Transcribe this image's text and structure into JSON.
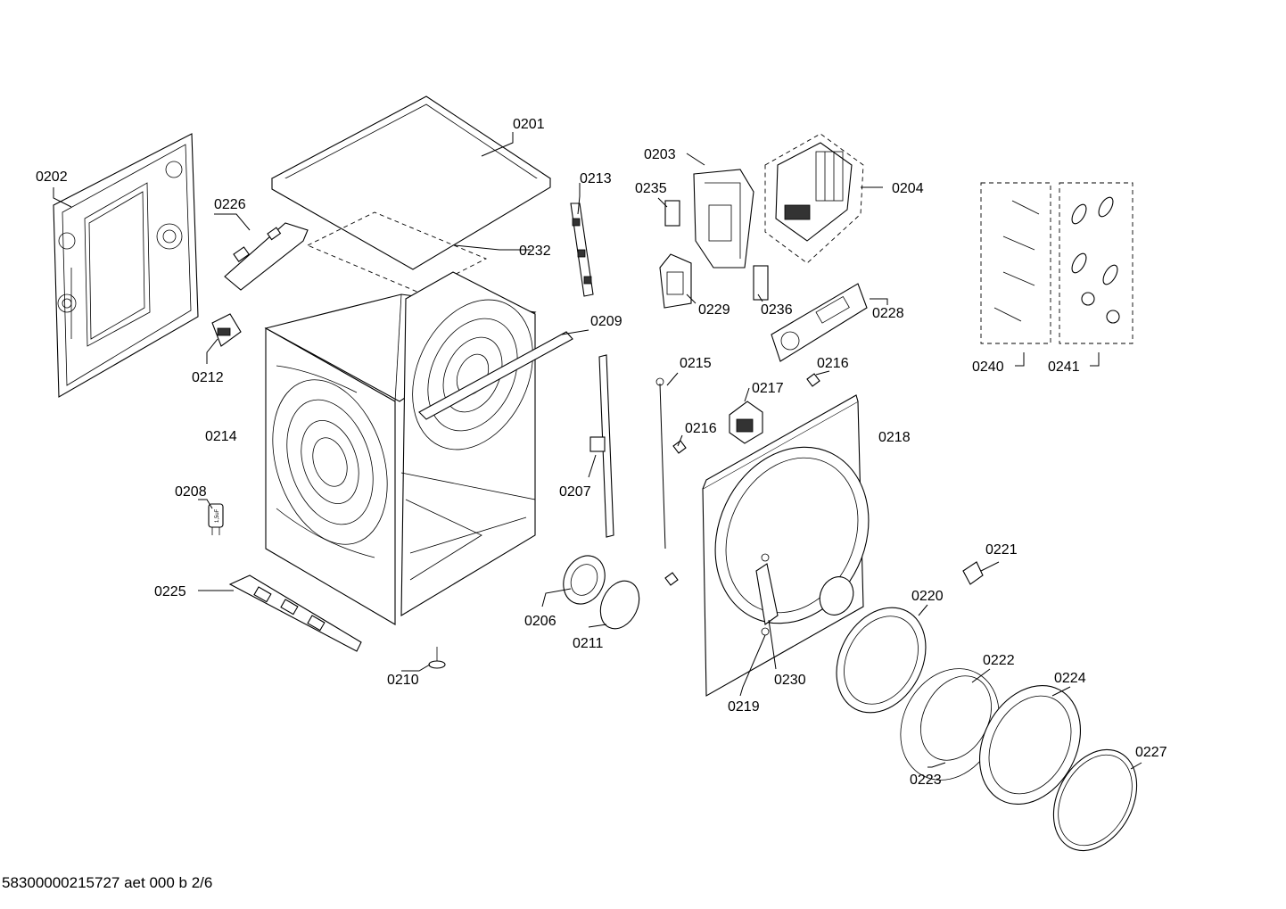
{
  "footer": {
    "document_code": "58300000215727 aet 000 b 2/6"
  },
  "labels": {
    "0201": "0201",
    "0202": "0202",
    "0203": "0203",
    "0204": "0204",
    "0206": "0206",
    "0207": "0207",
    "0208": "0208",
    "0209": "0209",
    "0210": "0210",
    "0211": "0211",
    "0212": "0212",
    "0213": "0213",
    "0214": "0214",
    "0215": "0215",
    "0216a": "0216",
    "0216b": "0216",
    "0217": "0217",
    "0218": "0218",
    "0219": "0219",
    "0220": "0220",
    "0221": "0221",
    "0222": "0222",
    "0223": "0223",
    "0224": "0224",
    "0225": "0225",
    "0226": "0226",
    "0227": "0227",
    "0228": "0228",
    "0229": "0229",
    "0230": "0230",
    "0232": "0232",
    "0235": "0235",
    "0236": "0236",
    "0240": "0240",
    "0241": "0241"
  },
  "capacitor_marking": "1,5uF"
}
